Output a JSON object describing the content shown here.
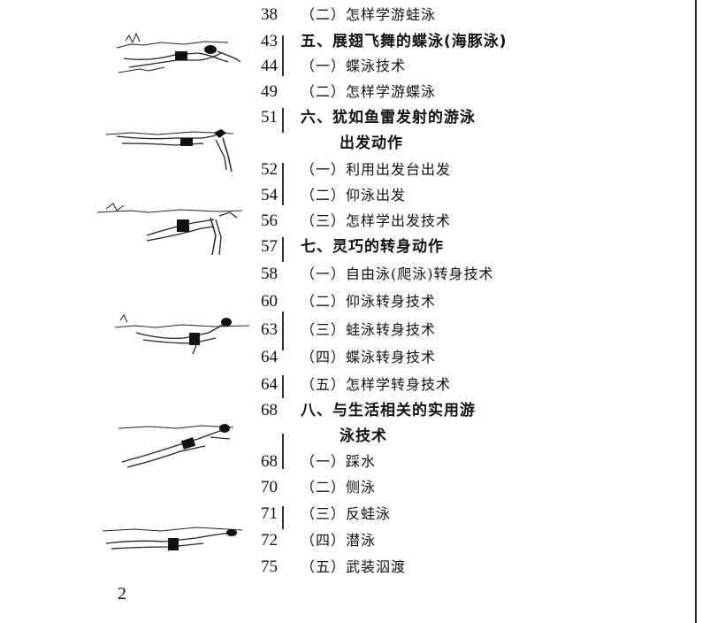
{
  "toc": [
    {
      "page": "38",
      "text": "（二）怎样学游蛙泳",
      "level": "section"
    },
    {
      "page": "43",
      "text": "五、展翅飞舞的蝶泳(海豚泳)",
      "level": "chapter"
    },
    {
      "page": "44",
      "text": "（一）蝶泳技术",
      "level": "section"
    },
    {
      "page": "49",
      "text": "（二）怎样学游蝶泳",
      "level": "section"
    },
    {
      "page": "51",
      "text": "六、犹如鱼雷发射的游泳",
      "text2": "出发动作",
      "level": "chapter"
    },
    {
      "page": "52",
      "text": "（一）利用出发台出发",
      "level": "section"
    },
    {
      "page": "54",
      "text": "（二）仰泳出发",
      "level": "section"
    },
    {
      "page": "56",
      "text": "（三）怎样学出发技术",
      "level": "section"
    },
    {
      "page": "57",
      "text": "七、灵巧的转身动作",
      "level": "chapter"
    },
    {
      "page": "58",
      "text": "（一）自由泳(爬泳)转身技术",
      "level": "section"
    },
    {
      "page": "60",
      "text": "（二）仰泳转身技术",
      "level": "section"
    },
    {
      "page": "63",
      "text": "（三）蛙泳转身技术",
      "level": "section"
    },
    {
      "page": "64",
      "text": "（四）蝶泳转身技术",
      "level": "section"
    },
    {
      "page": "64",
      "text": "（五）怎样学转身技术",
      "level": "section"
    },
    {
      "page": "68",
      "text": "八、与生活相关的实用游",
      "text2": "泳技术",
      "level": "chapter"
    },
    {
      "page": "68",
      "text": "（一）踩水",
      "level": "section"
    },
    {
      "page": "70",
      "text": "（二）侧泳",
      "level": "section"
    },
    {
      "page": "71",
      "text": "（三）反蛙泳",
      "level": "section"
    },
    {
      "page": "72",
      "text": "（四）潜泳",
      "level": "section"
    },
    {
      "page": "75",
      "text": "（五）武装泅渡",
      "level": "section"
    }
  ],
  "footer": {
    "page_number": "2"
  },
  "illustrations": [
    {
      "name": "butterfly-swimmer-illustration"
    },
    {
      "name": "dive-start-swimmer-illustration"
    },
    {
      "name": "backstroke-start-swimmer-illustration"
    },
    {
      "name": "turn-swimmer-illustration"
    },
    {
      "name": "treading-swimmer-illustration"
    },
    {
      "name": "underwater-swimmer-illustration"
    }
  ],
  "colors": {
    "ink": "#111111",
    "paper": "#ffffff"
  }
}
